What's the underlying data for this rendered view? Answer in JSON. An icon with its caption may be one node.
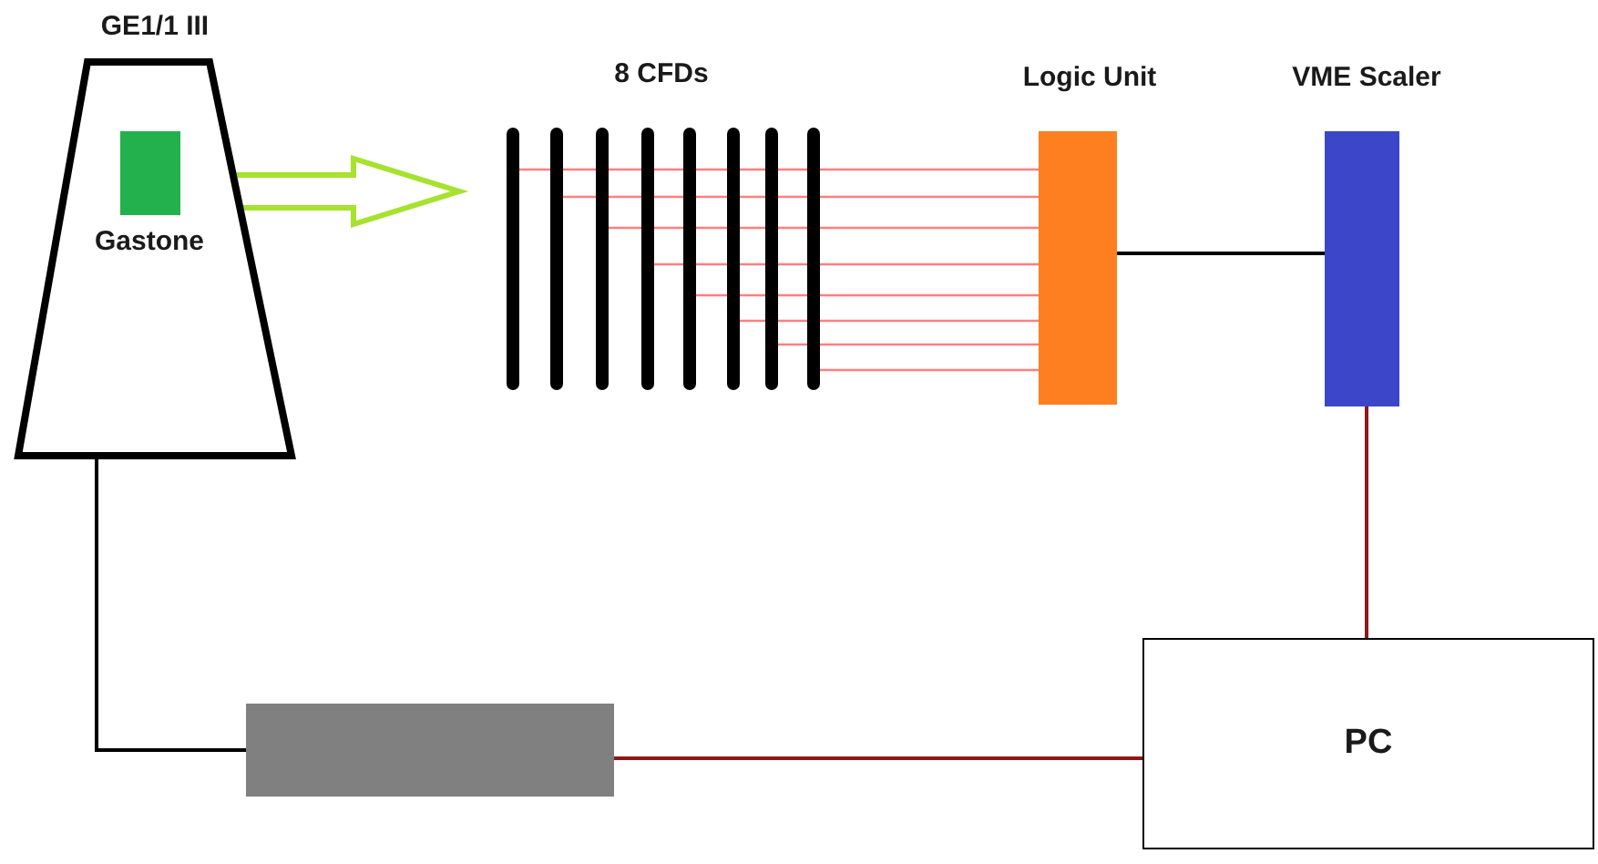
{
  "diagram": {
    "nodes": [
      {
        "text": [
          "GE1/1 III"
        ]
      },
      {
        "text": [
          "Gastone"
        ],
        "in": 0
      },
      {
        "text": [
          "8 CFDs"
        ]
      },
      {
        "text": [],
        "shape": "bar",
        "in": 2
      },
      {
        "text": [],
        "shape": "bar",
        "in": 2
      },
      {
        "text": [],
        "shape": "bar",
        "in": 2
      },
      {
        "text": [],
        "shape": "bar",
        "in": 2
      },
      {
        "text": [],
        "shape": "bar",
        "in": 2
      },
      {
        "text": [],
        "shape": "bar",
        "in": 2
      },
      {
        "text": [],
        "shape": "bar",
        "in": 2
      },
      {
        "text": [],
        "shape": "bar",
        "in": 2
      },
      {
        "text": [
          "Logic Unit"
        ]
      },
      {
        "text": [
          "VME Scaler"
        ]
      },
      {
        "text": [
          "PC"
        ]
      },
      {
        "text": [],
        "shape": "box"
      }
    ],
    "edges": [
      {
        "from": 1,
        "to": 2,
        "arrow": "to",
        "style": "thick",
        "color": "#a6e22e"
      },
      {
        "from": 3,
        "to": 11,
        "arrow": "none",
        "color": "#ff7f7f"
      },
      {
        "from": 4,
        "to": 11,
        "arrow": "none",
        "color": "#ff7f7f"
      },
      {
        "from": 5,
        "to": 11,
        "arrow": "none",
        "color": "#ff7f7f"
      },
      {
        "from": 6,
        "to": 11,
        "arrow": "none",
        "color": "#ff7f7f"
      },
      {
        "from": 7,
        "to": 11,
        "arrow": "none",
        "color": "#ff7f7f"
      },
      {
        "from": 8,
        "to": 11,
        "arrow": "none",
        "color": "#ff7f7f"
      },
      {
        "from": 9,
        "to": 11,
        "arrow": "none",
        "color": "#ff7f7f"
      },
      {
        "from": 10,
        "to": 11,
        "arrow": "none",
        "color": "#ff7f7f"
      },
      {
        "from": 11,
        "to": 12,
        "arrow": "none",
        "color": "#000000"
      },
      {
        "from": 12,
        "to": 13,
        "arrow": "none",
        "color": "#8b1a1a"
      },
      {
        "from": 0,
        "to": 14,
        "arrow": "none",
        "color": "#000000"
      },
      {
        "from": 14,
        "to": 13,
        "arrow": "none",
        "color": "#8b1a1a"
      }
    ]
  }
}
